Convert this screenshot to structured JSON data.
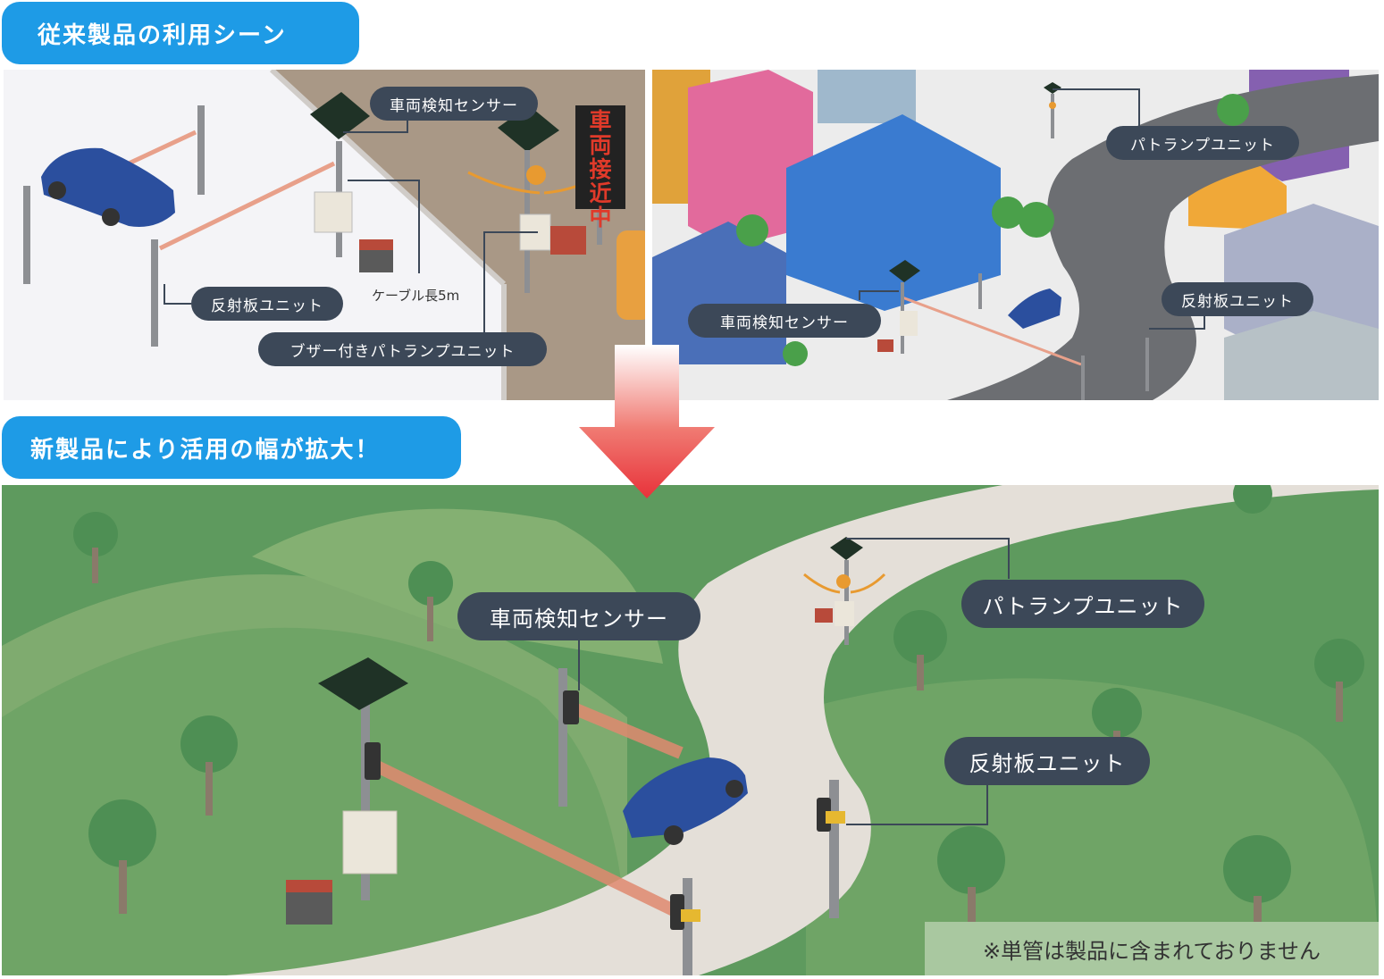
{
  "headers": {
    "conventional": "従来製品の利用シーン",
    "new": "新製品により活用の幅が拡大！"
  },
  "left_panel": {
    "sensor": "車両検知センサー",
    "reflector": "反射板ユニット",
    "cable": "ケーブル長5m",
    "buzzer_lamp": "ブザー付きパトランプユニット",
    "sign": "車両接近中"
  },
  "right_panel": {
    "patlamp": "パトランプユニット",
    "sensor": "車両検知センサー",
    "reflector": "反射板ユニット"
  },
  "bottom_panel": {
    "sensor": "車両検知センサー",
    "patlamp": "パトランプユニット",
    "reflector": "反射板ユニット",
    "footnote": "※単管は製品に含まれておりません"
  },
  "colors": {
    "header": "#1e9be6",
    "label": "#3c4858",
    "arrow": "#e8323a",
    "grass": "#5e9a5e",
    "car": "#2b4f9e"
  }
}
